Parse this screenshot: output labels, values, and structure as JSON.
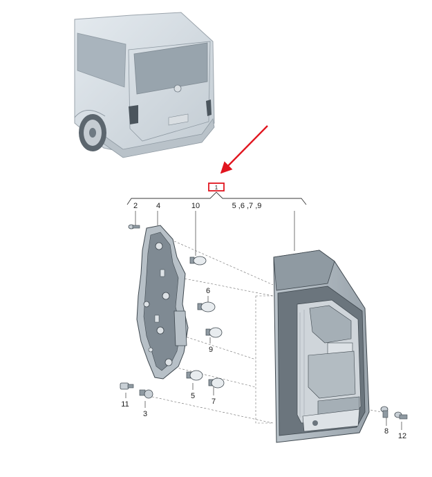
{
  "diagram": {
    "reference_box_label": "1",
    "accent_color": "#e1141e",
    "line_color": "#3a3a3a",
    "part_fill": "#c9d0d6",
    "part_dark": "#5e6870",
    "callouts": {
      "c2": "2",
      "c4": "4",
      "c10": "10",
      "c5679": "5 ,6 ,7 ,9",
      "c6": "6",
      "c9": "9",
      "c5": "5",
      "c7": "7",
      "c11": "11",
      "c3": "3",
      "c8": "8",
      "c12": "12"
    }
  }
}
